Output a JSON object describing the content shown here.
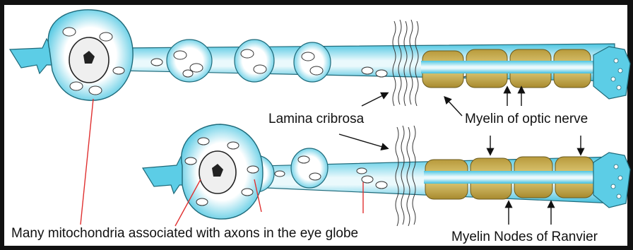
{
  "labels": {
    "lamina_cribrosa": "Lamina cribrosa",
    "myelin_optic_nerve": "Myelin of optic nerve",
    "mitochondria": "Many mitochondria associated with axons in the eye globe",
    "nodes_of_ranvier": "Myelin Nodes of Ranvier"
  },
  "colors": {
    "axon_fill": "#5ccde6",
    "axon_core": "#e8f8fb",
    "myelin_fill": "#c9b25a",
    "myelin_stroke": "#6a5a1e",
    "pointer_red": "#e03030",
    "pointer_black": "#111111"
  }
}
